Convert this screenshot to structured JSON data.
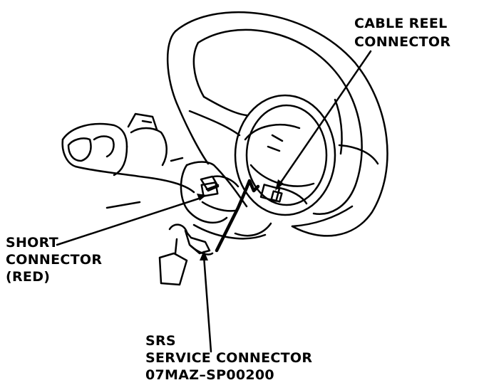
{
  "diagram": {
    "labels": {
      "cable_reel_line1": "CABLE REEL",
      "cable_reel_line2": "CONNECTOR",
      "short_line1": "SHORT",
      "short_line2": "CONNECTOR",
      "short_line3": "(RED)",
      "srs_line1": "SRS",
      "srs_line2": "SERVICE CONNECTOR",
      "srs_line3": "07MAZ–SP00200"
    }
  },
  "colors": {
    "ink": "#000000",
    "paper": "#ffffff"
  }
}
